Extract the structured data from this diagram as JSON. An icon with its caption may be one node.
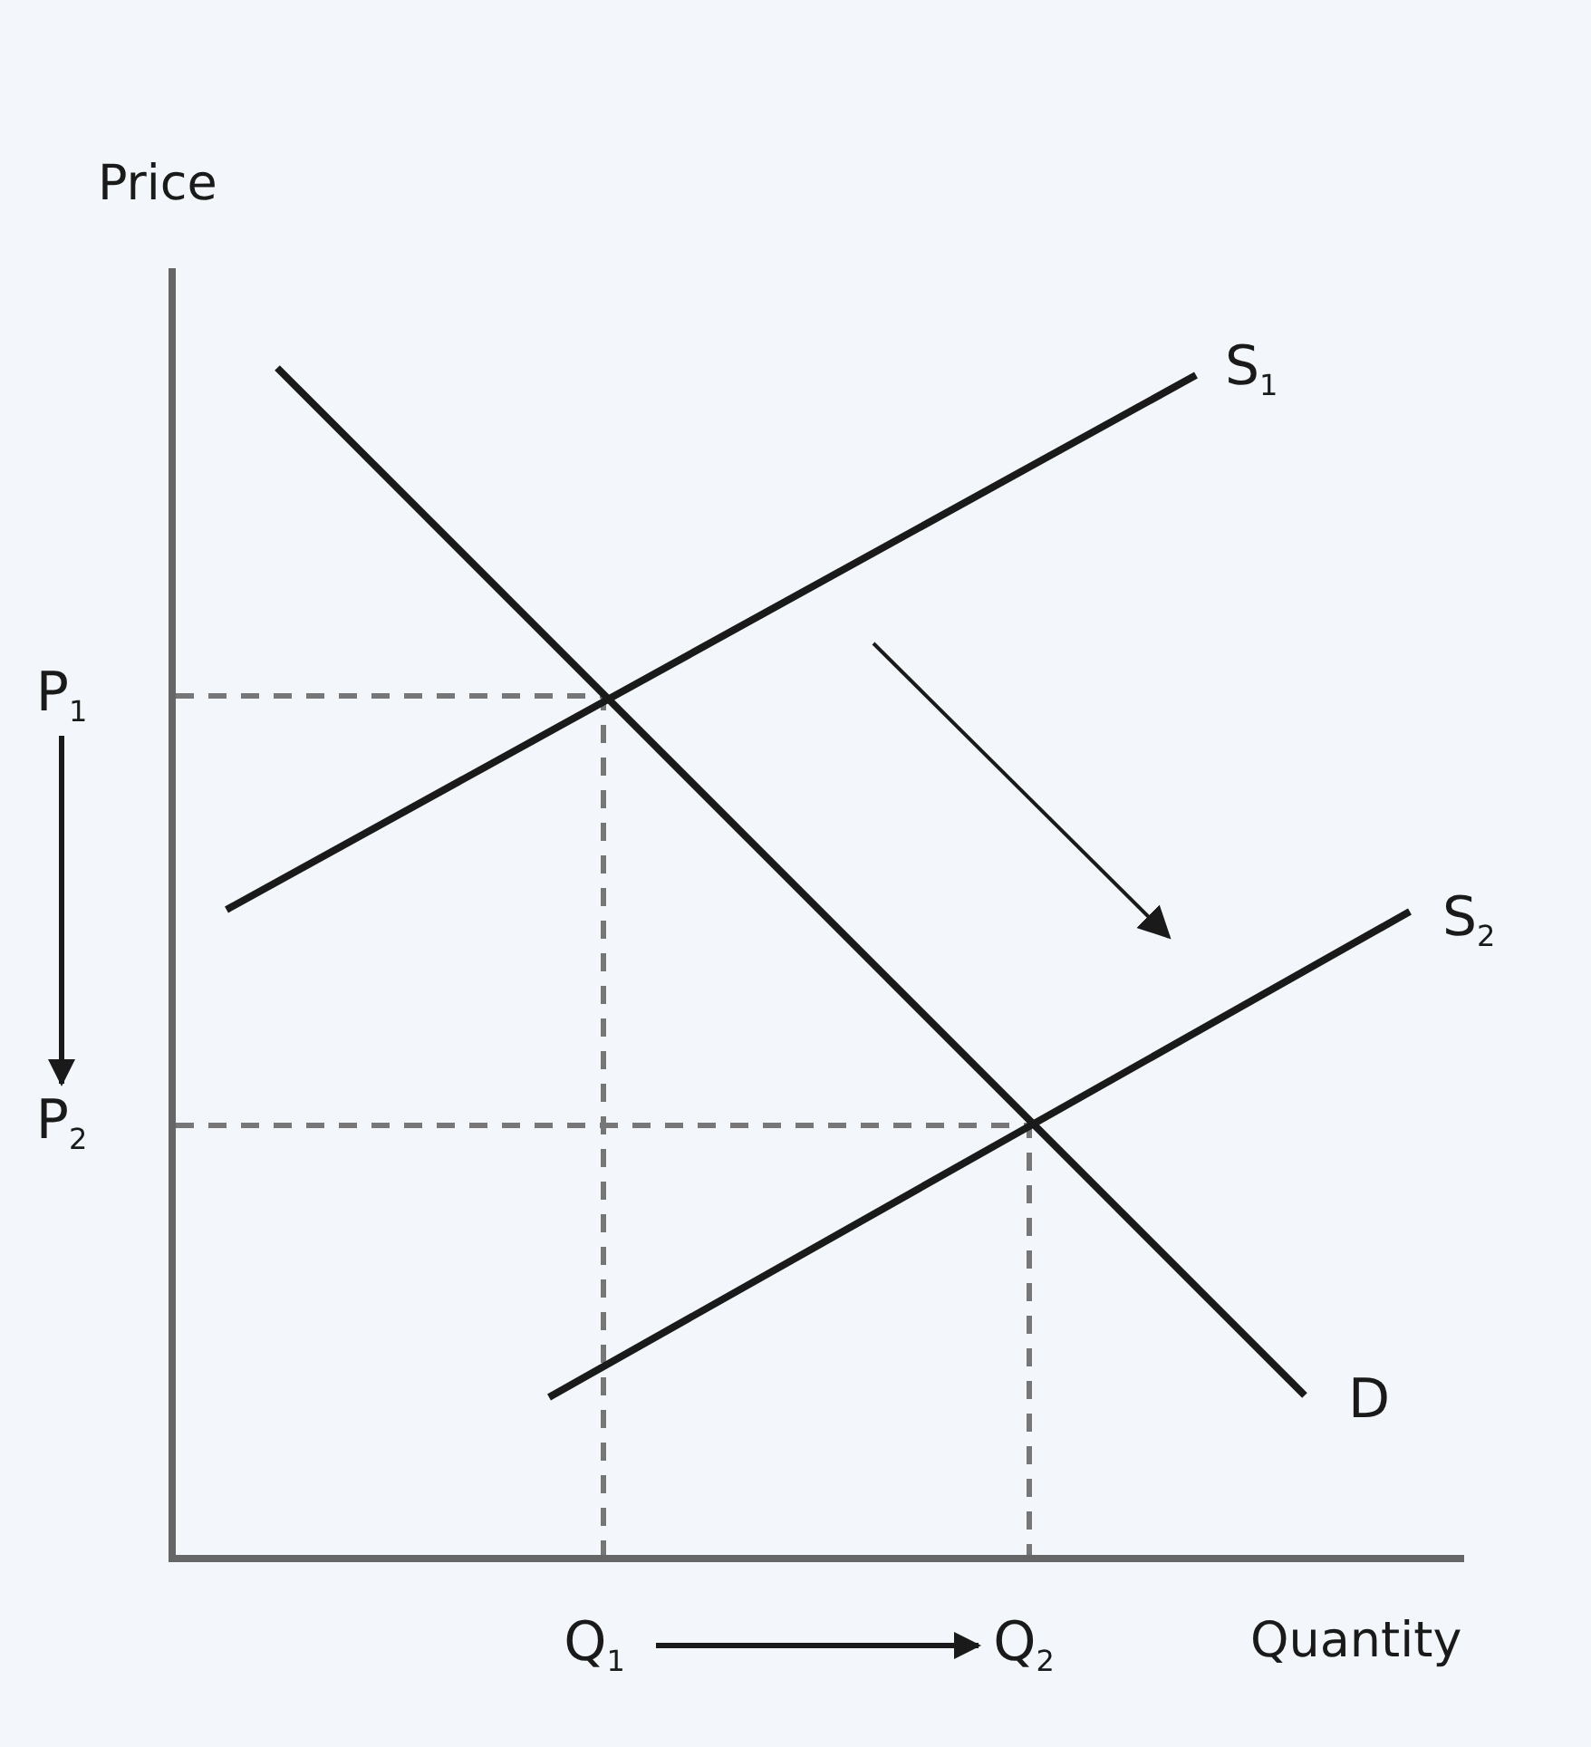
{
  "diagram": {
    "nodes": [
      {
        "text": [
          "P$_{1}$"
        ]
      },
      {
        "text": [
          "P$_{2}$"
        ]
      },
      {
        "text": [
          "Q$_{1}$"
        ]
      },
      {
        "text": [
          "Q$_{2}$"
        ]
      }
    ],
    "edges": [
      {
        "from": 0,
        "to": 1,
        "arrow": "to"
      },
      {
        "from": 2,
        "to": 3,
        "arrow": "to"
      }
    ],
    "labels": [
      "Price",
      "S$_{1}$",
      "S$_{2}$",
      "D",
      "Quantity"
    ]
  }
}
